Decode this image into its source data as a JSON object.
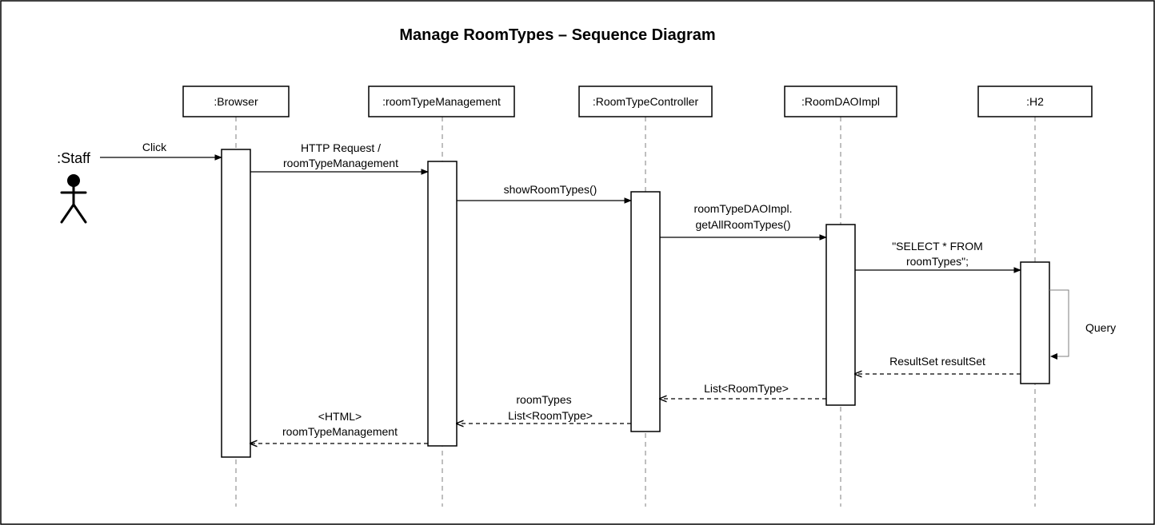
{
  "diagram": {
    "title": "Manage RoomTypes – Sequence Diagram",
    "actor": {
      "name": ":Staff",
      "icon": "stick-figure-icon"
    },
    "participants": [
      {
        "id": "browser",
        "label": ":Browser"
      },
      {
        "id": "management",
        "label": ":roomTypeManagement"
      },
      {
        "id": "controller",
        "label": ":RoomTypeController"
      },
      {
        "id": "dao",
        "label": ":RoomDAOImpl"
      },
      {
        "id": "h2",
        "label": ":H2"
      }
    ],
    "messages": [
      {
        "from": "staff",
        "to": "browser",
        "kind": "call",
        "lines": [
          "Click"
        ]
      },
      {
        "from": "browser",
        "to": "management",
        "kind": "call",
        "lines": [
          "HTTP Request /",
          "roomTypeManagement"
        ]
      },
      {
        "from": "management",
        "to": "controller",
        "kind": "call",
        "lines": [
          "showRoomTypes()"
        ]
      },
      {
        "from": "controller",
        "to": "dao",
        "kind": "call",
        "lines": [
          "roomTypeDAOImpl.",
          "getAllRoomTypes()"
        ]
      },
      {
        "from": "dao",
        "to": "h2",
        "kind": "call",
        "lines": [
          "\"SELECT * FROM",
          "roomTypes\";"
        ]
      },
      {
        "from": "h2",
        "to": "h2",
        "kind": "self",
        "lines": [
          "Query"
        ]
      },
      {
        "from": "h2",
        "to": "dao",
        "kind": "return",
        "lines": [
          "ResultSet resultSet"
        ]
      },
      {
        "from": "dao",
        "to": "controller",
        "kind": "return",
        "lines": [
          "List<RoomType>"
        ]
      },
      {
        "from": "controller",
        "to": "management",
        "kind": "return",
        "lines": [
          "roomTypes",
          "List<RoomType>"
        ]
      },
      {
        "from": "management",
        "to": "browser",
        "kind": "return",
        "lines": [
          "<HTML>",
          "roomTypeManagement"
        ]
      }
    ]
  }
}
